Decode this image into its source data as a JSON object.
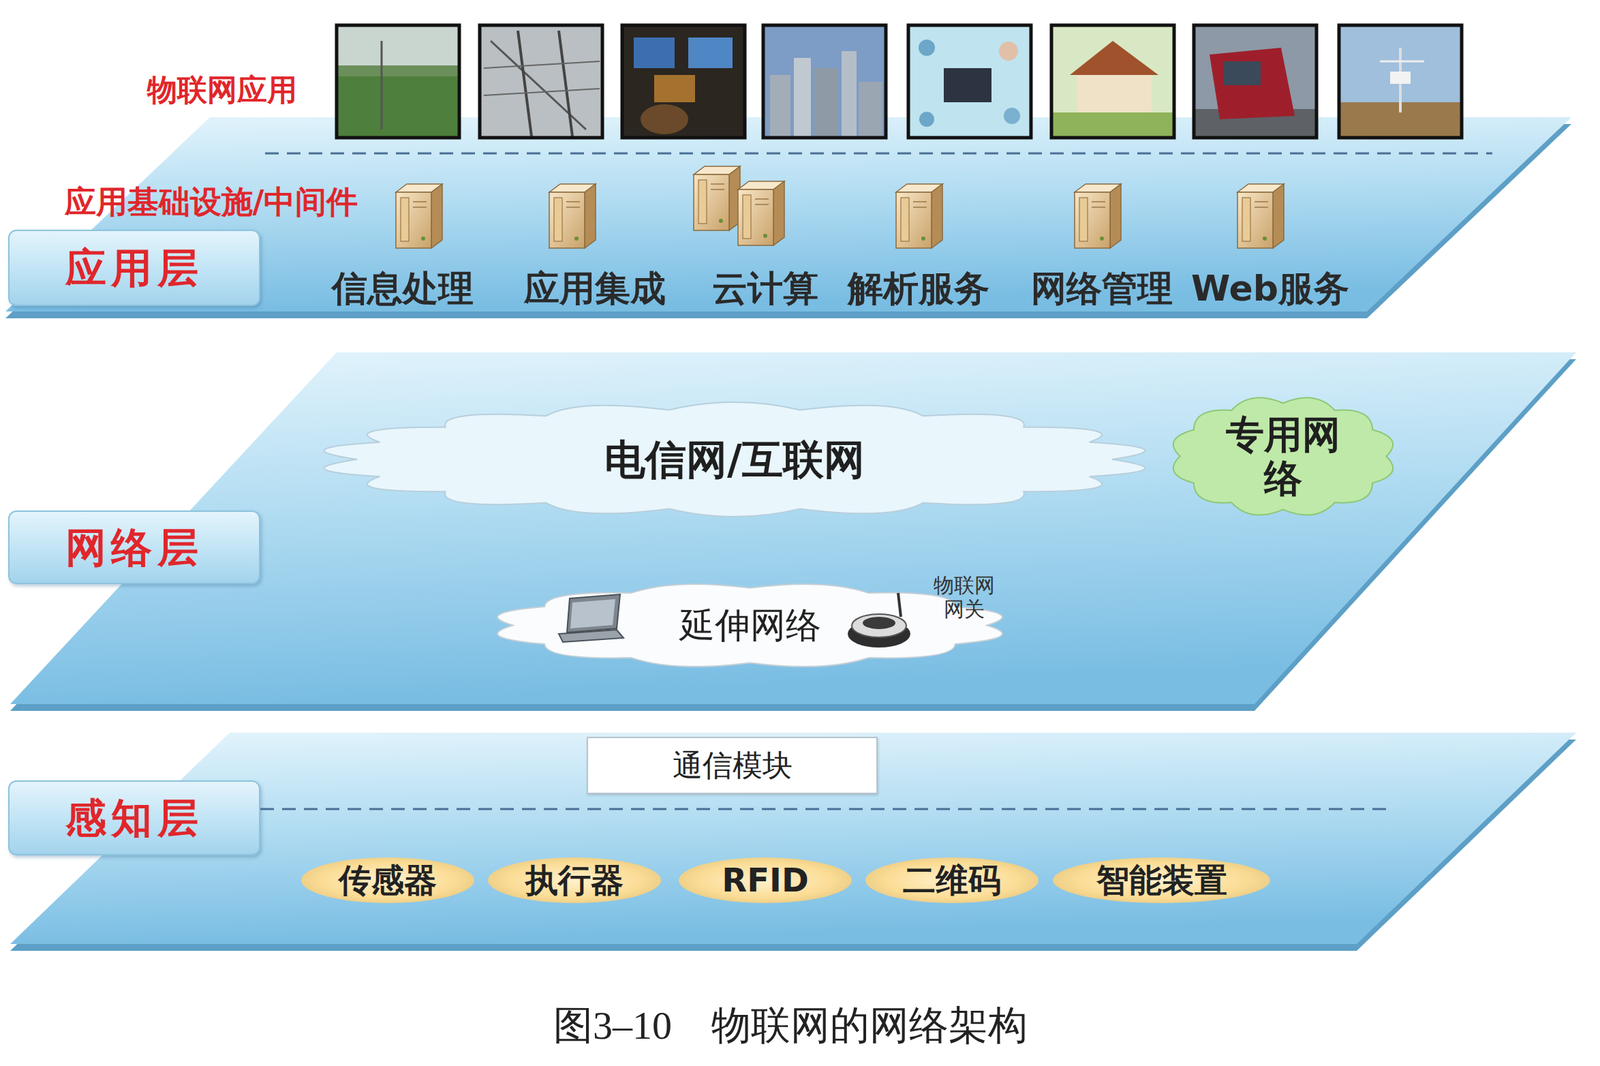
{
  "diagram": {
    "caption": "图3–10　物联网的网络架构",
    "nodes": [
      {
        "text": [
          "应用层"
        ]
      },
      {
        "text": [
          "电信网/互联网"
        ]
      },
      {
        "text": [
          "专用网络"
        ]
      },
      {
        "text": [
          "网络层"
        ]
      },
      {
        "text": [
          "延伸网络"
        ]
      },
      {
        "text": [
          "通信模块"
        ]
      },
      {
        "text": [
          "感知层"
        ]
      },
      {
        "text": [
          "传感器"
        ]
      },
      {
        "text": [
          "执行器"
        ]
      },
      {
        "text": [
          "RFID"
        ]
      },
      {
        "text": [
          "二维码"
        ]
      },
      {
        "text": [
          "智能装置"
        ]
      }
    ],
    "labels": [
      "物联网应用",
      "应用基础设施/中间件",
      "信息处理",
      "应用集成",
      "云计算",
      "解析服务",
      "网络管理",
      "Web服务",
      "物联网 网关"
    ]
  }
}
